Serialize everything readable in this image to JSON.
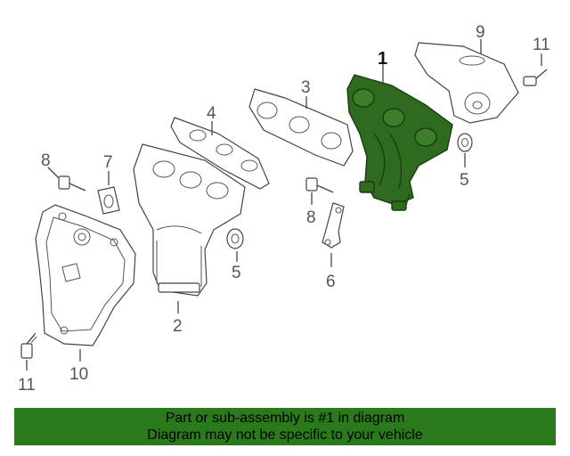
{
  "diagram": {
    "callouts": {
      "c1": "1",
      "c2": "2",
      "c3": "3",
      "c4": "4",
      "c5a": "5",
      "c5b": "5",
      "c6": "6",
      "c7": "7",
      "c8a": "8",
      "c8b": "8",
      "c9": "9",
      "c10": "10",
      "c11a": "11",
      "c11b": "11"
    },
    "highlight_color": "#2f6b1f"
  },
  "banner": {
    "line1": "Part or sub-assembly is #1 in diagram",
    "line2": "Diagram may not be specific to your vehicle",
    "background": "#2a7a1c"
  }
}
